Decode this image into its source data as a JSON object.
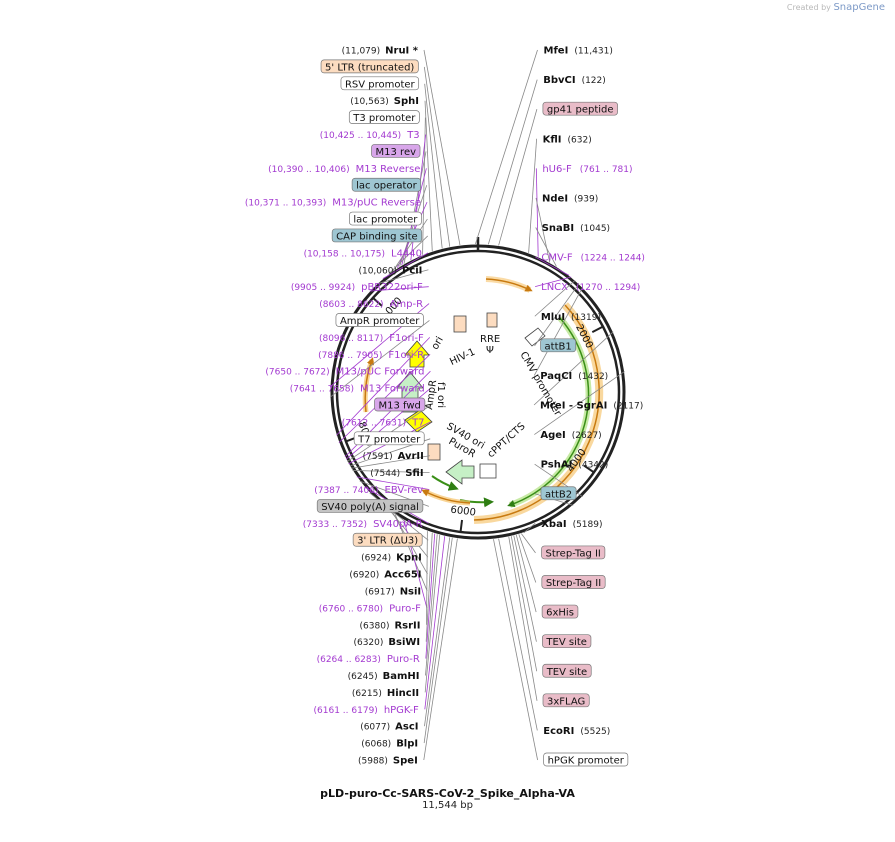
{
  "header": {
    "created_by": "Created by",
    "brand": "SnapGene"
  },
  "plasmid": {
    "name": "pLD-puro-Cc-SARS-CoV-2_Spike_Alpha-VA",
    "length_label": "11,544 bp",
    "total_bp": 11544
  },
  "colors": {
    "peach": "#fcdcc0",
    "white": "#ffffff",
    "teal": "#9ec6d2",
    "purple": "#d8a6ea",
    "gray": "#c4c4c4",
    "pink": "#e9bcc8",
    "primer": "#a33ad0",
    "green": "#7fc043",
    "orange": "#f0a830",
    "yellow": "#ffff00",
    "ltgreen": "#c6f0c6"
  },
  "ruler_ticks": [
    "2000",
    "4000",
    "6000",
    "8000",
    "10,000"
  ],
  "ruler_values": [
    2000,
    4000,
    6000,
    8000,
    10000
  ],
  "left_labels": [
    {
      "type": "enzyme",
      "pos": "(11,079)",
      "name": "NruI *",
      "ang": -7
    },
    {
      "type": "feature",
      "name": "5' LTR (truncated)",
      "color": "peach",
      "ang": -11
    },
    {
      "type": "feature",
      "name": "RSV promoter",
      "color": "white",
      "ang": -14
    },
    {
      "type": "enzyme",
      "pos": "(10,563)",
      "name": "SphI",
      "ang": -18
    },
    {
      "type": "feature",
      "name": "T3 promoter",
      "color": "white",
      "ang": -22
    },
    {
      "type": "primer",
      "pos": "(10,425 .. 10,445)",
      "name": "T3",
      "ang": -27
    },
    {
      "type": "feature",
      "name": "M13 rev",
      "color": "purple",
      "ang": -30
    },
    {
      "type": "primer",
      "pos": "(10,390 .. 10,406)",
      "name": "M13 Reverse",
      "ang": -31
    },
    {
      "type": "feature",
      "name": "lac operator",
      "color": "teal",
      "ang": -32
    },
    {
      "type": "primer",
      "pos": "(10,371 .. 10,393)",
      "name": "M13/pUC Reverse",
      "ang": -33
    },
    {
      "type": "feature",
      "name": "lac promoter",
      "color": "white",
      "ang": -35
    },
    {
      "type": "feature",
      "name": "CAP binding site",
      "color": "teal",
      "ang": -37
    },
    {
      "type": "primer",
      "pos": "(10,158 .. 10,175)",
      "name": "L4440",
      "ang": -40
    },
    {
      "type": "enzyme",
      "pos": "(10,060)",
      "name": "PciI",
      "ang": -43
    },
    {
      "type": "primer",
      "pos": "(9905 .. 9924)",
      "name": "pBR322ori-F",
      "ang": -47
    },
    {
      "type": "primer",
      "pos": "(8603 .. 8622)",
      "name": "Amp-R",
      "ang": -88
    },
    {
      "type": "feature",
      "name": "AmpR promoter",
      "color": "white",
      "ang": -92
    },
    {
      "type": "primer",
      "pos": "(8096 .. 8117)",
      "name": "F1ori-F",
      "ang": -107
    },
    {
      "type": "primer",
      "pos": "(7886 .. 7905)",
      "name": "F1ori-R",
      "ang": -110
    },
    {
      "type": "primer",
      "pos": "(7650 .. 7672)",
      "name": "M13/pUC Forward",
      "ang": -116
    },
    {
      "type": "primer",
      "pos": "(7641 .. 7658)",
      "name": "M13 Forward",
      "ang": -117
    },
    {
      "type": "feature",
      "name": "M13 fwd",
      "color": "purple",
      "ang": -118
    },
    {
      "type": "primer",
      "pos": "(7612 .. 7631)",
      "name": "T7",
      "ang": -119
    },
    {
      "type": "feature",
      "name": "T7 promoter",
      "color": "white",
      "ang": -120
    },
    {
      "type": "enzyme",
      "pos": "(7591)",
      "name": "AvrII",
      "ang": -121
    },
    {
      "type": "enzyme",
      "pos": "(7544)",
      "name": "SfiI",
      "ang": -122
    },
    {
      "type": "primer",
      "pos": "(7387 .. 7406)",
      "name": "EBV-rev",
      "ang": -125
    },
    {
      "type": "feature",
      "name": "SV40 poly(A) signal",
      "color": "gray",
      "ang": -127
    },
    {
      "type": "primer",
      "pos": "(7333 .. 7352)",
      "name": "SV40pA-R",
      "ang": -130
    },
    {
      "type": "feature",
      "name": "3' LTR (ΔU3)",
      "color": "peach",
      "ang": -133
    },
    {
      "type": "enzyme",
      "pos": "(6924)",
      "name": "KpnI",
      "ang": -144
    },
    {
      "type": "enzyme",
      "pos": "(6920)",
      "name": "Acc65I",
      "ang": -145
    },
    {
      "type": "enzyme",
      "pos": "(6917)",
      "name": "NsiI",
      "ang": -146
    },
    {
      "type": "primer",
      "pos": "(6760 .. 6780)",
      "name": "Puro-F",
      "ang": -150
    },
    {
      "type": "enzyme",
      "pos": "(6380)",
      "name": "RsrII",
      "ang": -160
    },
    {
      "type": "enzyme",
      "pos": "(6320)",
      "name": "BsiWI",
      "ang": -162
    },
    {
      "type": "primer",
      "pos": "(6264 .. 6283)",
      "name": "Puro-R",
      "ang": -163
    },
    {
      "type": "enzyme",
      "pos": "(6245)",
      "name": "BamHI",
      "ang": -164
    },
    {
      "type": "enzyme",
      "pos": "(6215)",
      "name": "HincII",
      "ang": -165
    },
    {
      "type": "primer",
      "pos": "(6161 .. 6179)",
      "name": "hPGK-F",
      "ang": -167
    },
    {
      "type": "enzyme",
      "pos": "(6077)",
      "name": "AscI",
      "ang": -169
    },
    {
      "type": "enzyme",
      "pos": "(6068)",
      "name": "BlpI",
      "ang": -170
    },
    {
      "type": "enzyme",
      "pos": "(5988)",
      "name": "SpeI",
      "ang": -172
    }
  ],
  "right_labels": [
    {
      "type": "enzyme",
      "name": "MfeI",
      "pos": "(11,431)",
      "ang": -1
    },
    {
      "type": "enzyme",
      "name": "BbvCI",
      "pos": "(122)",
      "ang": 4
    },
    {
      "type": "feature",
      "name": "gp41 peptide",
      "color": "pink",
      "ang": 8
    },
    {
      "type": "enzyme",
      "name": "KflI",
      "pos": "(632)",
      "ang": 20
    },
    {
      "type": "primer",
      "name": "hU6-F",
      "pos": "(761 .. 781)",
      "ang": 24
    },
    {
      "type": "enzyme",
      "name": "NdeI",
      "pos": "(939)",
      "ang": 29
    },
    {
      "type": "enzyme",
      "name": "SnaBI",
      "pos": "(1045)",
      "ang": 32
    },
    {
      "type": "primer",
      "name": "CMV-F",
      "pos": "(1224 .. 1244)",
      "ang": 38
    },
    {
      "type": "primer",
      "name": "LNCX",
      "pos": "(1270 .. 1294)",
      "ang": 39
    },
    {
      "type": "enzyme",
      "name": "MluI",
      "pos": "(1319)",
      "ang": 41
    },
    {
      "type": "feature",
      "name": "attB1",
      "color": "teal",
      "ang": 43
    },
    {
      "type": "enzyme",
      "name": "PaqCI",
      "pos": "(1432)",
      "ang": 45
    },
    {
      "type": "enzyme",
      "name": "MreI  - SgrAI",
      "pos": "(2117)",
      "ang": 66
    },
    {
      "type": "enzyme",
      "name": "AgeI",
      "pos": "(2627)",
      "ang": 82
    },
    {
      "type": "enzyme",
      "name": "PshAI",
      "pos": "(4342)",
      "ang": 135
    },
    {
      "type": "feature",
      "name": "attB2",
      "color": "teal",
      "ang": 140
    },
    {
      "type": "enzyme",
      "name": "XbaI",
      "pos": "(5189)",
      "ang": 162
    },
    {
      "type": "feature",
      "name": "Strep-Tag II",
      "color": "pink",
      "ang": 163
    },
    {
      "type": "feature",
      "name": "Strep-Tag II",
      "color": "pink",
      "ang": 164
    },
    {
      "type": "feature",
      "name": "6xHis",
      "color": "pink",
      "ang": 165
    },
    {
      "type": "feature",
      "name": "TEV site",
      "color": "pink",
      "ang": 166
    },
    {
      "type": "feature",
      "name": "TEV site",
      "color": "pink",
      "ang": 167
    },
    {
      "type": "feature",
      "name": "3xFLAG",
      "color": "pink",
      "ang": 168
    },
    {
      "type": "enzyme",
      "name": "EcoRI",
      "pos": "(5525)",
      "ang": 172
    },
    {
      "type": "feature",
      "name": "hPGK promoter",
      "color": "white",
      "ang": 174
    }
  ],
  "inner_labels": [
    "RRE",
    "Ψ",
    "HIV-1",
    "ori",
    "CMV promoter",
    "AmpR",
    "f1 ori",
    "SV40 ori",
    "PuroR",
    "cPPT/CTS"
  ]
}
